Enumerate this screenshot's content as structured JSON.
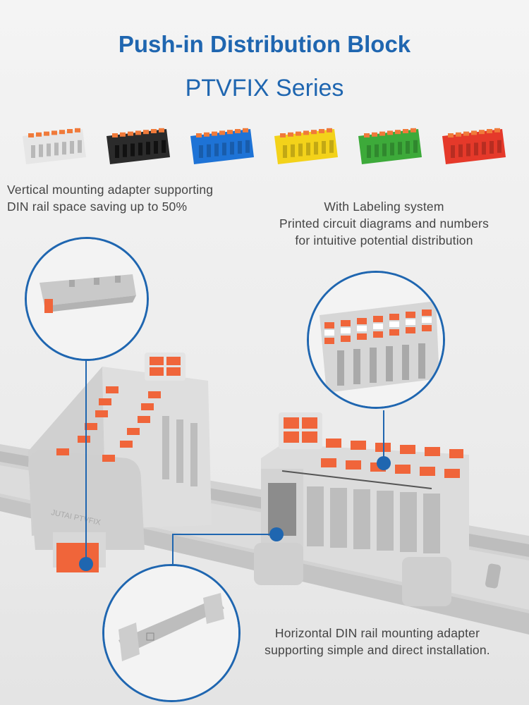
{
  "header": {
    "title": "Push-in Distribution Block",
    "subtitle": "PTVFIX Series"
  },
  "color_variants": [
    {
      "name": "gray",
      "body": "#e6e6e6",
      "accent": "#f07a3a"
    },
    {
      "name": "black",
      "body": "#2b2b2b",
      "accent": "#f07a3a"
    },
    {
      "name": "blue",
      "body": "#1e73d6",
      "accent": "#f07a3a"
    },
    {
      "name": "yellow",
      "body": "#f3d21a",
      "accent": "#f07a3a"
    },
    {
      "name": "green",
      "body": "#3daa3a",
      "accent": "#f07a3a"
    },
    {
      "name": "red",
      "body": "#e5392a",
      "accent": "#f07a3a"
    }
  ],
  "features": {
    "vertical": [
      "Vertical mounting adapter supporting",
      "DIN rail space saving up to 50%"
    ],
    "labeling": [
      "With Labeling system",
      "Printed circuit diagrams and numbers",
      "for intuitive potential distribution"
    ],
    "horizontal": [
      "Horizontal DIN rail mounting adapter",
      "supporting simple and direct installation."
    ]
  },
  "colors": {
    "brand_blue": "#1f66b0",
    "block_gray": "#d9d9d9",
    "lever_orange": "#f0653a"
  }
}
